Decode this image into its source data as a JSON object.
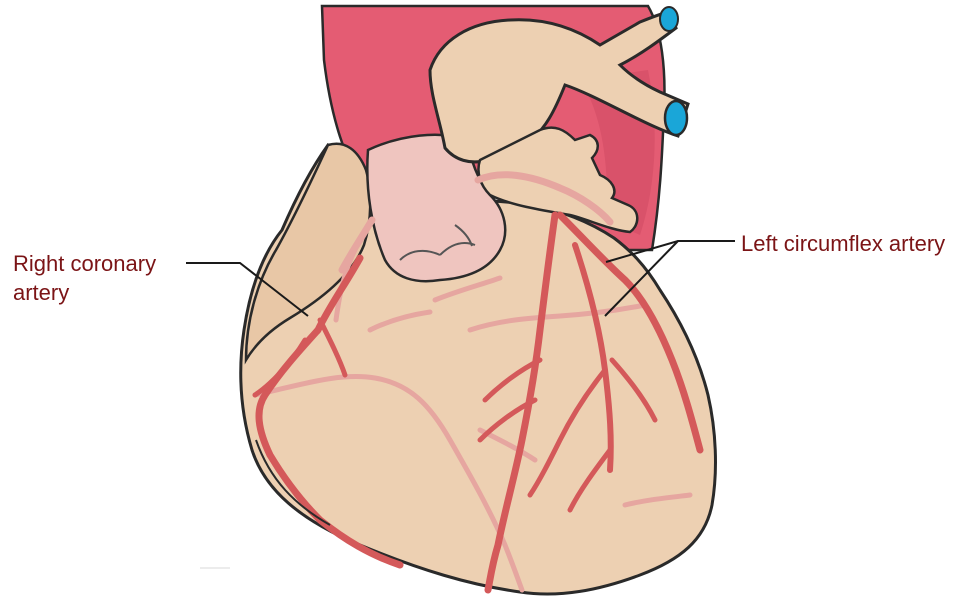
{
  "labels": {
    "right_coronary_line1": "Right coronary",
    "right_coronary_line2": "artery",
    "left_circumflex": "Left circumflex artery"
  },
  "colors": {
    "label_text": "#7b1416",
    "leader_line": "#1a1a1a",
    "outline": "#2a2a2a",
    "heart_tissue": "#edd0b2",
    "heart_tissue_shadow": "#e4c2a3",
    "aorta_red": "#e45c73",
    "aorta_dark": "#c94a61",
    "pulmonary_pink": "#efc5bf",
    "artery_red": "#d4595a",
    "vein_pink": "#e6a6a0",
    "vessel_lumen": "#1aa6d8"
  }
}
